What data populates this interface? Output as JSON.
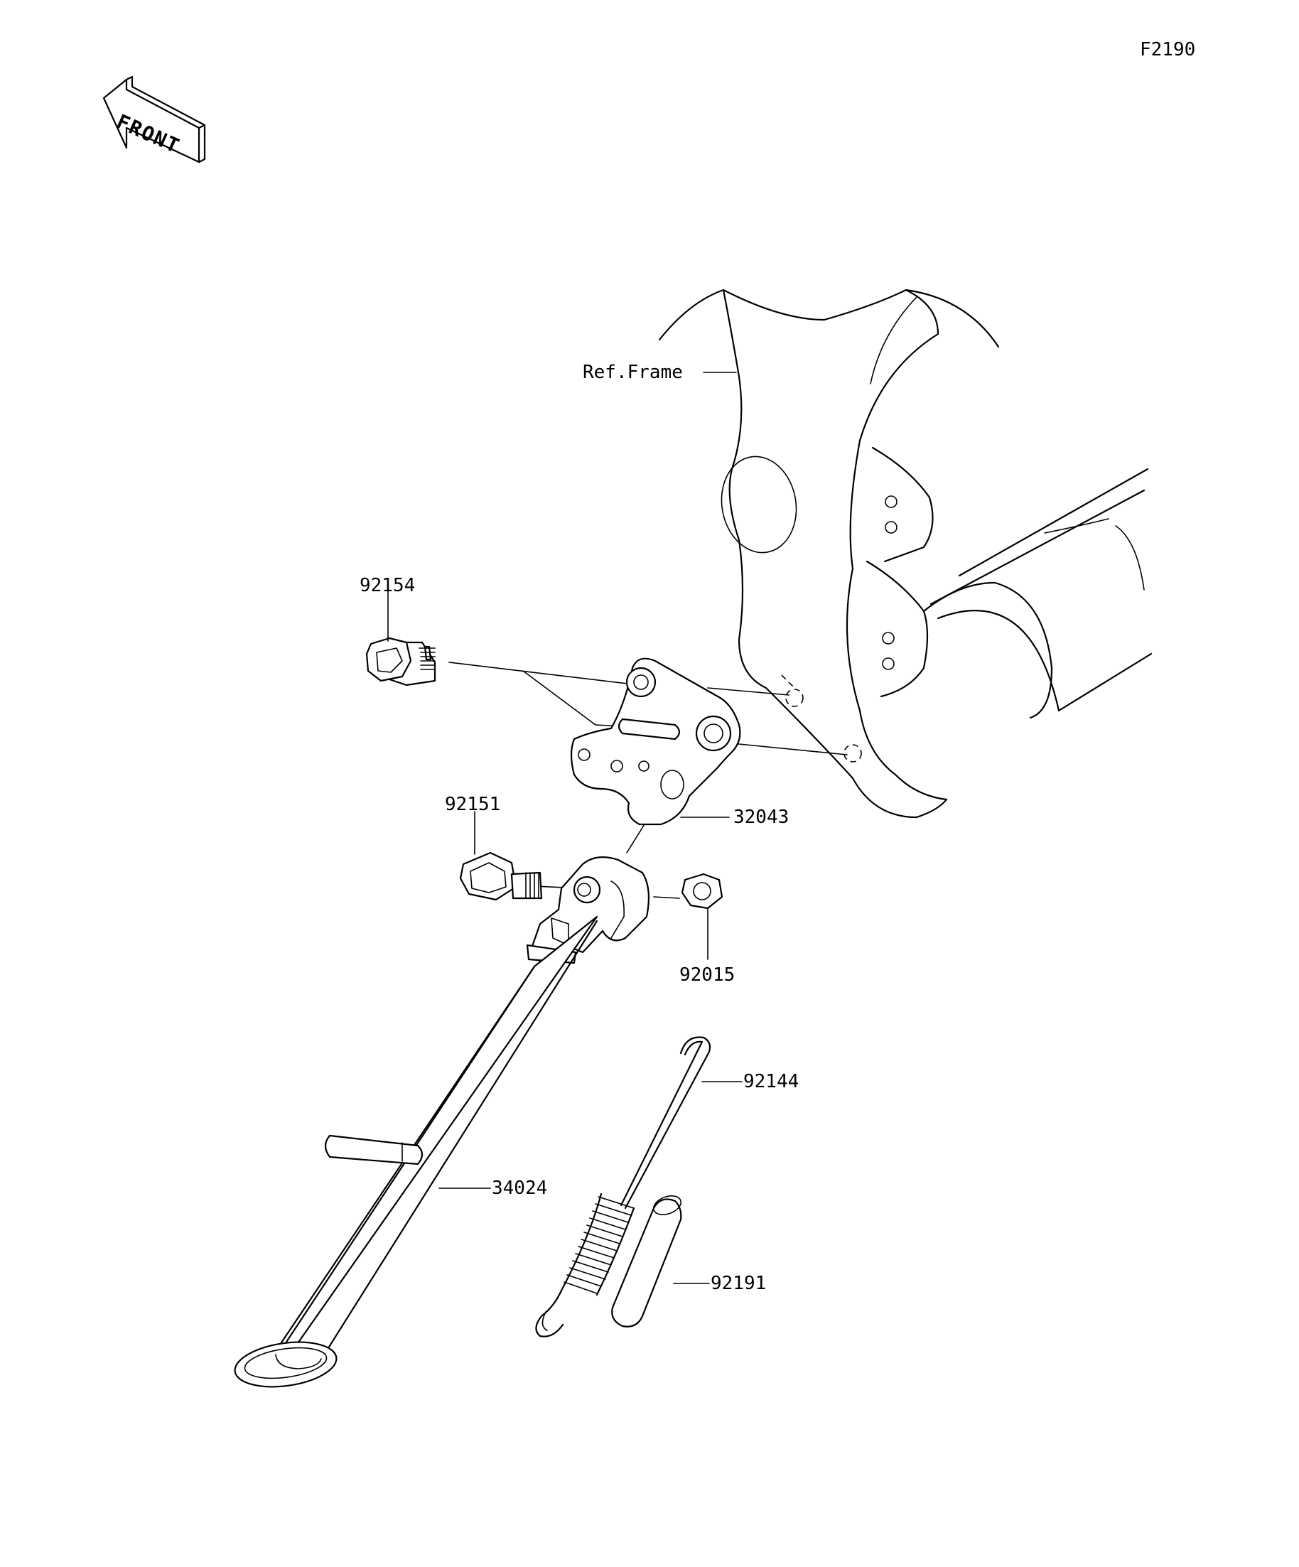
{
  "diagram_id": "F2190",
  "front_marker": "FRONT",
  "ref_label": "Ref.Frame",
  "parts": [
    {
      "key": "bolt_flange",
      "number": "92154"
    },
    {
      "key": "bracket",
      "number": "32043"
    },
    {
      "key": "bolt_pivot",
      "number": "92151"
    },
    {
      "key": "nut",
      "number": "92015"
    },
    {
      "key": "spring",
      "number": "92144"
    },
    {
      "key": "stand",
      "number": "34024"
    },
    {
      "key": "collar",
      "number": "92191"
    }
  ]
}
